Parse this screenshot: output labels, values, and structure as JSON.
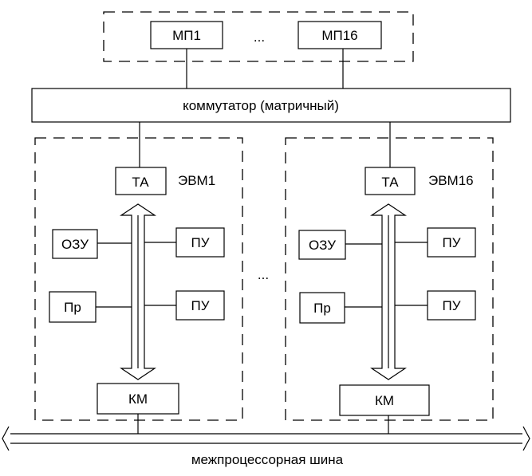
{
  "memory_modules": {
    "first": "МП1",
    "ellipsis": "...",
    "last": "МП16"
  },
  "switch": {
    "label": "коммутатор (матричный)"
  },
  "computers": [
    {
      "name": "ЭВМ1",
      "adapter": "ТА",
      "ram": "ОЗУ",
      "processor": "Пр",
      "io_top": "ПУ",
      "io_bottom": "ПУ",
      "channel": "КМ"
    },
    {
      "name": "ЭВМ16",
      "adapter": "ТА",
      "ram": "ОЗУ",
      "processor": "Пр",
      "io_top": "ПУ",
      "io_bottom": "ПУ",
      "channel": "КМ"
    }
  ],
  "computers_ellipsis": "...",
  "bus": {
    "label": "межпроцессорная шина"
  }
}
